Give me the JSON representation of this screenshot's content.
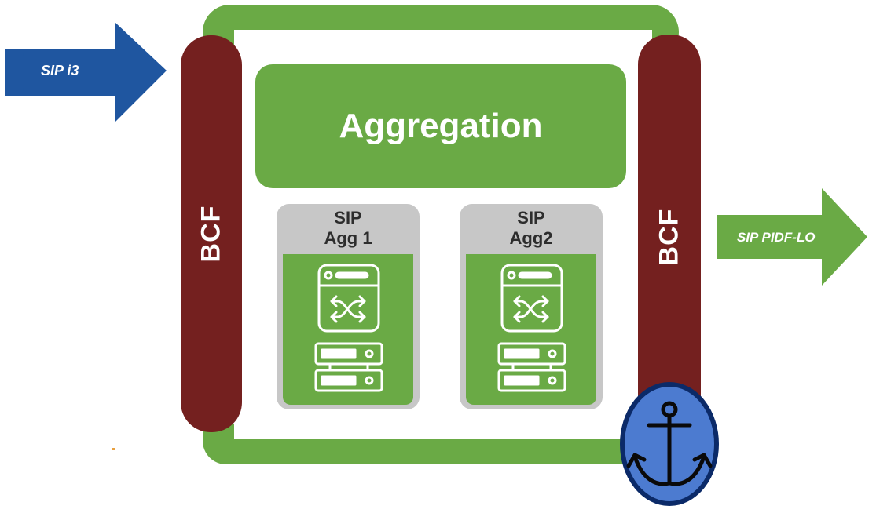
{
  "input_arrow": {
    "label": "SIP i3"
  },
  "output_arrow": {
    "label": "SIP PIDF-LO"
  },
  "bcf_left": {
    "label": "BCF"
  },
  "bcf_right": {
    "label": "BCF"
  },
  "aggregation": {
    "label": "Aggregation"
  },
  "agg_boxes": [
    {
      "title_line1": "SIP",
      "title_line2": "Agg 1"
    },
    {
      "title_line1": "SIP",
      "title_line2": "Agg2"
    }
  ],
  "icons": {
    "switch": "network-switch-icon",
    "server": "server-rack-icon",
    "anchor": "anchor-icon"
  },
  "colors": {
    "green": "#6aaa45",
    "dark_red": "#74201f",
    "blue": "#1f56a0",
    "anchor_fill": "#4c7bd0",
    "anchor_outline": "#0b2a68",
    "grey": "#c7c7c7"
  }
}
